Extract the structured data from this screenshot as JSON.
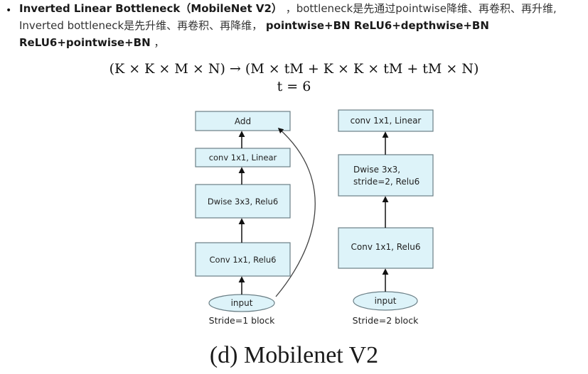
{
  "intro": {
    "bullet": "•",
    "title": "Inverted Linear Bottleneck（MobileNet V2）",
    "line1_tail": "，bottleneck是先通过pointwise降维、再卷积、再升维,",
    "line2_text": "Inverted bottleneck是先升维、再卷积、再降维，",
    "line2_bold": "pointwise+BN ReLU6+depthwise+BN",
    "line3_bold": "ReLU6+pointwise+BN",
    "line3_tail": "，"
  },
  "formula": {
    "cost": "(K × K × M × N) → (M × tM + K × K × tM + tM × N)",
    "param": "t = 6"
  },
  "figure": {
    "stride1": {
      "boxes": [
        "Add",
        "conv 1x1, Linear",
        "Dwise 3x3, Relu6",
        "Conv 1x1, Relu6"
      ],
      "input": "input",
      "label": "Stride=1 block"
    },
    "stride2": {
      "boxes": [
        "conv 1x1, Linear",
        "Dwise 3x3,",
        "stride=2, Relu6",
        "Conv 1x1, Relu6"
      ],
      "input": "input",
      "label": "Stride=2 block"
    },
    "caption": "(d) Mobilenet V2"
  }
}
